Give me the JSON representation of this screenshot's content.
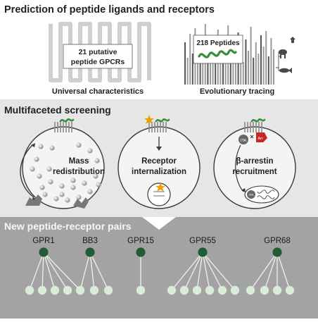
{
  "sections": {
    "prediction": {
      "title": "Prediction of peptide ligands and receptors",
      "left_box": [
        "21 putative",
        "peptide GPCRs"
      ],
      "left_caption": "Universal characteristics",
      "right_box": "218 Peptides",
      "right_caption": "Evolutionary tracing"
    },
    "screening": {
      "title": "Multifaceted screening",
      "assays": [
        {
          "label": [
            "Mass",
            "redistribution"
          ]
        },
        {
          "label": [
            "Receptor",
            "internalization"
          ]
        },
        {
          "label": [
            "β-arrestin",
            "recruitment"
          ],
          "badges": [
            "ITA",
            "Arr"
          ],
          "nucleus_badge": "ITA"
        }
      ]
    },
    "pairs": {
      "title": "New peptide-receptor pairs",
      "receptors": [
        "GPR1",
        "BB3",
        "GPR15",
        "GPR55",
        "GPR68"
      ]
    }
  },
  "colors": {
    "section_gray_mid": "#e6e6e6",
    "section_gray_dark": "#a3a3a3",
    "receptor_node": "#245a36",
    "peptide_node": "#d8ecd8",
    "helix_green": "#3b8d3b",
    "text_dark": "#222222"
  }
}
